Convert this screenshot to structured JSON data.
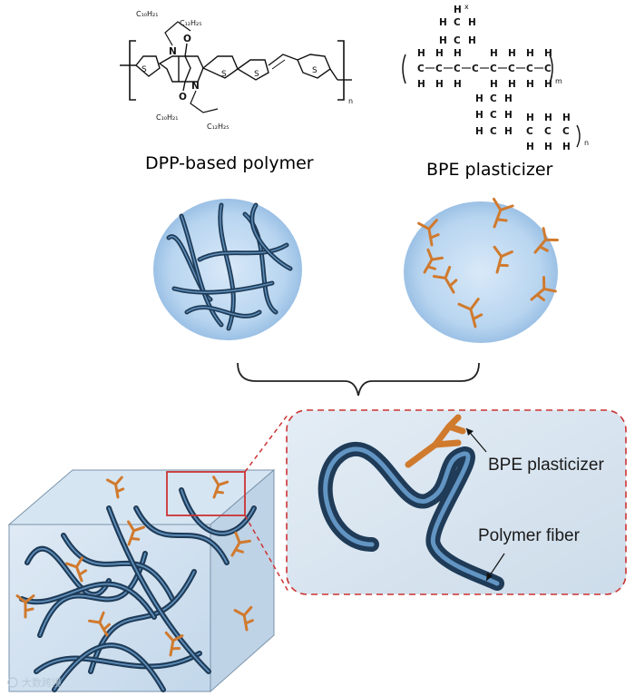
{
  "labels": {
    "polymer_title": "DPP-based polymer",
    "plasticizer_title": "BPE plasticizer",
    "callout_plasticizer": "BPE plasticizer",
    "callout_fiber": "Polymer fiber",
    "watermark": "大数跨境"
  },
  "chem": {
    "side_chain_upper": "C₁₀H₂₁",
    "side_chain_upper2": "C₁₂H₂₅",
    "side_chain_lower": "C₁₀H₂₁",
    "side_chain_lower2": "C₁₂H₂₅",
    "sub_n_left": "n",
    "sub_m": "m",
    "sub_n_right": "n",
    "sub_x": "x",
    "sulfur": "S",
    "oxygen": "O",
    "nitrogen": "N",
    "carbon": "C",
    "hydrogen": "H"
  },
  "colors": {
    "polymer_fiber": "#1f3b57",
    "polymer_highlight": "#6fa6d6",
    "plasticizer": "#d07a2e",
    "sphere": "#a9cdee",
    "cube_face": "#cfe0ef",
    "callout_border": "#cc3333",
    "zoom_box": "#cc3333"
  }
}
